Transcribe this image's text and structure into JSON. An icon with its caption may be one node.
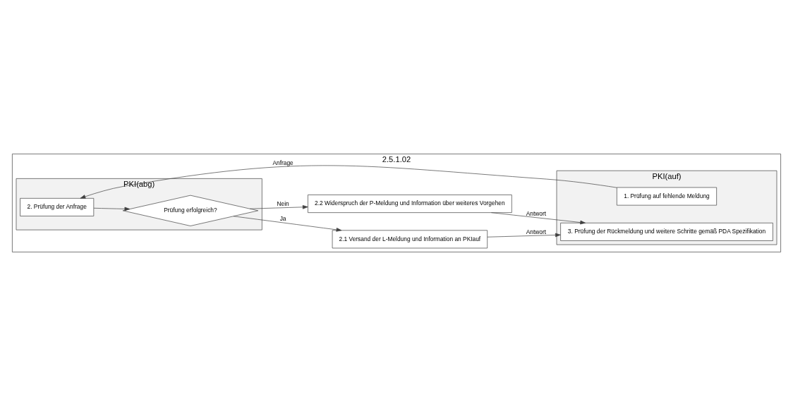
{
  "diagram": {
    "nodes": [
      {
        "text": [
          "2.5.1.02"
        ]
      },
      {
        "text": [
          "PKI(abg)"
        ],
        "in": 0
      },
      {
        "text": [
          "PKI(auf)"
        ],
        "in": 0
      },
      {
        "text": [
          "2. Prüfung der Anfrage"
        ],
        "in": 1
      },
      {
        "text": [
          "1. Prüfung auf fehlende Meldung"
        ],
        "in": 2
      },
      {
        "text": [
          "2.1 Versand der L-Meldung und Information an PKIauf"
        ],
        "in": 0
      },
      {
        "text": [
          "Prüfung erfolgreich?"
        ],
        "in": 1
      },
      {
        "text": [
          "3. Prüfung der Rückmeldung und weitere Schritte gemäß PDA Spezifikation"
        ],
        "in": 2
      },
      {
        "text": [
          "2.2 Widerspruch der P-Meldung und Information über weiteres Vorgehen"
        ],
        "in": 0
      }
    ],
    "edges": [
      {
        "from": 4,
        "to": 3,
        "arrow": "to",
        "label": "Anfrage"
      },
      {
        "from": 3,
        "to": 6,
        "arrow": "to"
      },
      {
        "from": 6,
        "to": 5,
        "arrow": "to",
        "label": "Ja"
      },
      {
        "from": 6,
        "to": 8,
        "arrow": "to",
        "label": "Nein"
      },
      {
        "from": 5,
        "to": 7,
        "arrow": "to",
        "label": "Antwort"
      },
      {
        "from": 8,
        "to": 7,
        "arrow": "to",
        "label": "Antwort"
      }
    ]
  }
}
